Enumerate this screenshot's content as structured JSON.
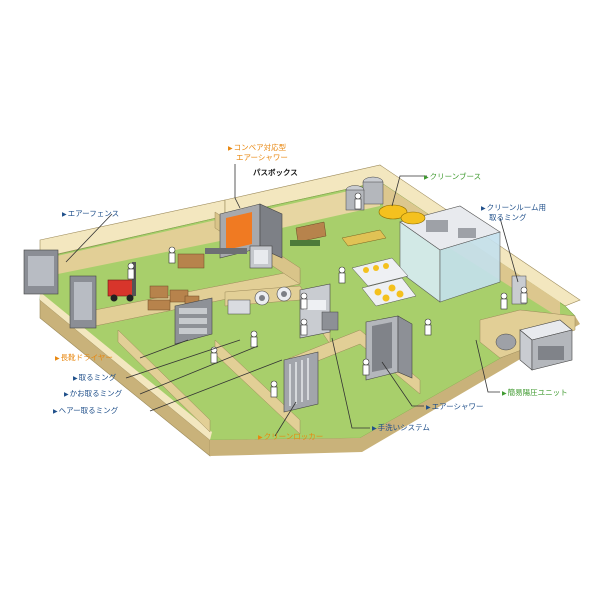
{
  "labels": {
    "conveyor_air_shower_l1": "コンベア対応型",
    "conveyor_air_shower_l2": "エアーシャワー",
    "pass_box": "パスボックス",
    "air_fence": "エアーフェンス",
    "clean_booth": "クリーンブース",
    "cleanroom_roller_l1": "クリーンルーム用",
    "cleanroom_roller_l2": "取るミング",
    "boot_dryer": "長靴ドライヤー",
    "toru_ming": "取るミング",
    "kao_toru_ming": "かお取るミング",
    "hair_toru_ming": "ヘアー取るミング",
    "clean_locker": "クリーンロッカー",
    "hand_wash_system": "手洗いシステム",
    "air_shower": "エアーシャワー",
    "simple_pressure_unit": "簡易陽圧ユニット"
  },
  "colors": {
    "floor_green": "#a8cf6b",
    "wall_tan": "#e2cf96",
    "wall_top": "#f3e7bf",
    "wall_dark": "#c9b27a",
    "label_orange": "#e8870f",
    "label_blue": "#1f4f8a",
    "label_green": "#3f9a2f",
    "leader_line": "#333333"
  },
  "icons": {
    "label_marker": "right-triangle-icon"
  }
}
